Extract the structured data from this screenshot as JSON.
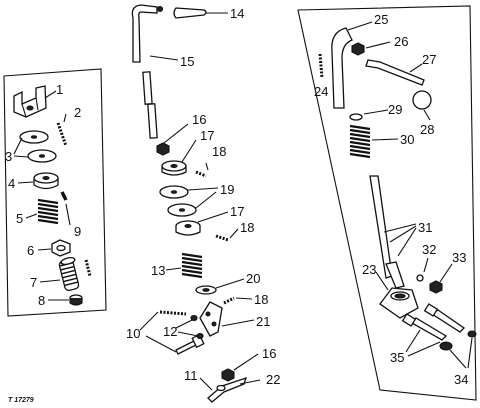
{
  "diagram": {
    "reference": "T 17279",
    "callouts": [
      "1",
      "2",
      "3",
      "4",
      "5",
      "6",
      "7",
      "8",
      "9",
      "10",
      "11",
      "12",
      "13",
      "14",
      "15",
      "16",
      "17",
      "18",
      "19",
      "20",
      "21",
      "22",
      "23",
      "24",
      "25",
      "26",
      "27",
      "28",
      "29",
      "30",
      "31",
      "32",
      "33",
      "34",
      "35"
    ],
    "callout_repeats": {
      "16b": "16",
      "17b": "17",
      "18b": "18",
      "18c": "18"
    }
  }
}
